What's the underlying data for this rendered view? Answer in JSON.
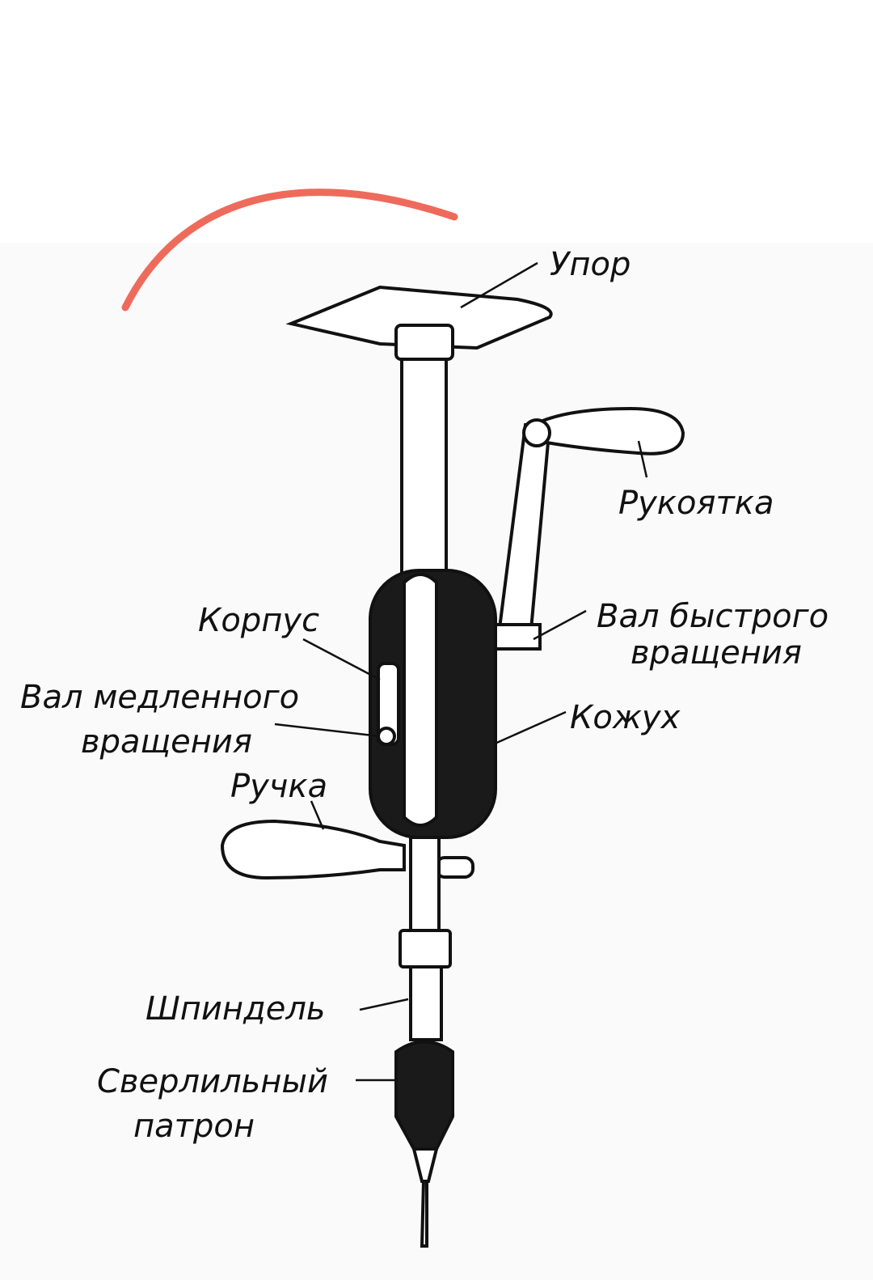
{
  "title": "Hand drill diagram",
  "annotation": {
    "color": "#ee6b5c",
    "shape": "curved-stroke"
  },
  "labels": {
    "upor": "Упор",
    "rukoyatka": "Рукоятка",
    "val_bystrogo_1": "Вал быстрого",
    "val_bystrogo_2": "вращения",
    "korpus": "Корпус",
    "val_medlennogo_1": "Вал медленного",
    "val_medlennogo_2": "вращения",
    "kozhukh": "Кожух",
    "ruchka": "Ручка",
    "shpindel": "Шпиндель",
    "patron_1": "Сверлильный",
    "patron_2": "патрон"
  }
}
